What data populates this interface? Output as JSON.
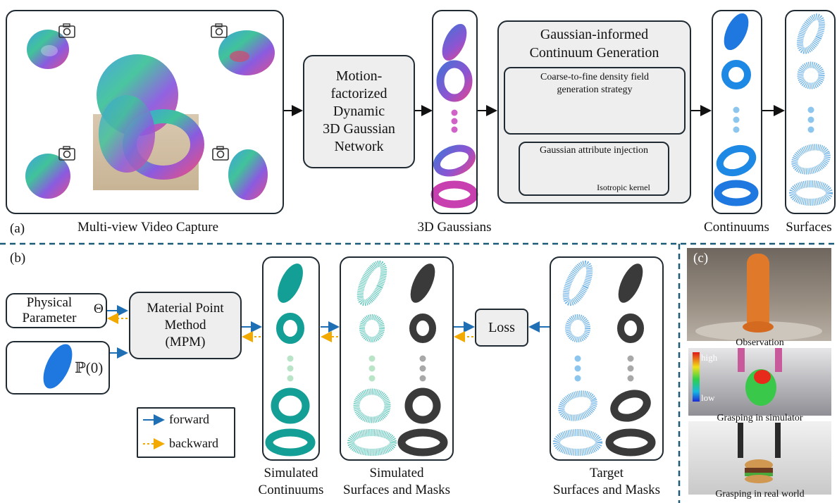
{
  "panel_a": {
    "tag": "(a)",
    "capture_caption": "Multi-view Video Capture",
    "network_box": [
      "Motion-",
      "factorized",
      "Dynamic",
      "3D Gaussian",
      "Network"
    ],
    "gaussians_caption": "3D Gaussians",
    "continuum_title": [
      "Gaussian-informed",
      "Continuum Generation"
    ],
    "density_box": [
      "Coarse-to-fine density field",
      "generation strategy"
    ],
    "injection_box": "Gaussian attribute injection",
    "kernel_label": "Isotropic kernel",
    "continuums_caption": "Continuums",
    "surfaces_caption": "Surfaces"
  },
  "panel_b": {
    "tag": "(b)",
    "physical_box": [
      "Physical",
      "Parameter"
    ],
    "theta_symbol": "Θ",
    "p0_symbol": "ℙ(0)",
    "mpm_box": [
      "Material Point",
      "Method",
      "(MPM)"
    ],
    "loss_box": "Loss",
    "legend_forward": "forward",
    "legend_backward": "backward",
    "sim_cont_caption": [
      "Simulated",
      "Continuums"
    ],
    "sim_surf_caption": [
      "Simulated",
      "Surfaces and Masks"
    ],
    "target_caption": [
      "Target",
      "Surfaces and Masks"
    ]
  },
  "panel_c": {
    "tag": "(c)",
    "observation": "Observation",
    "grasp_sim": "Grasping in simulator",
    "grasp_real": "Grasping in real world",
    "colorbar_high": "high",
    "colorbar_low": "low"
  },
  "colors": {
    "forward_arrow": "#1f6fb5",
    "backward_arrow": "#f2a900",
    "teal": "#139e96",
    "blue": "#1e88e5",
    "divider": "#1d5a78"
  }
}
